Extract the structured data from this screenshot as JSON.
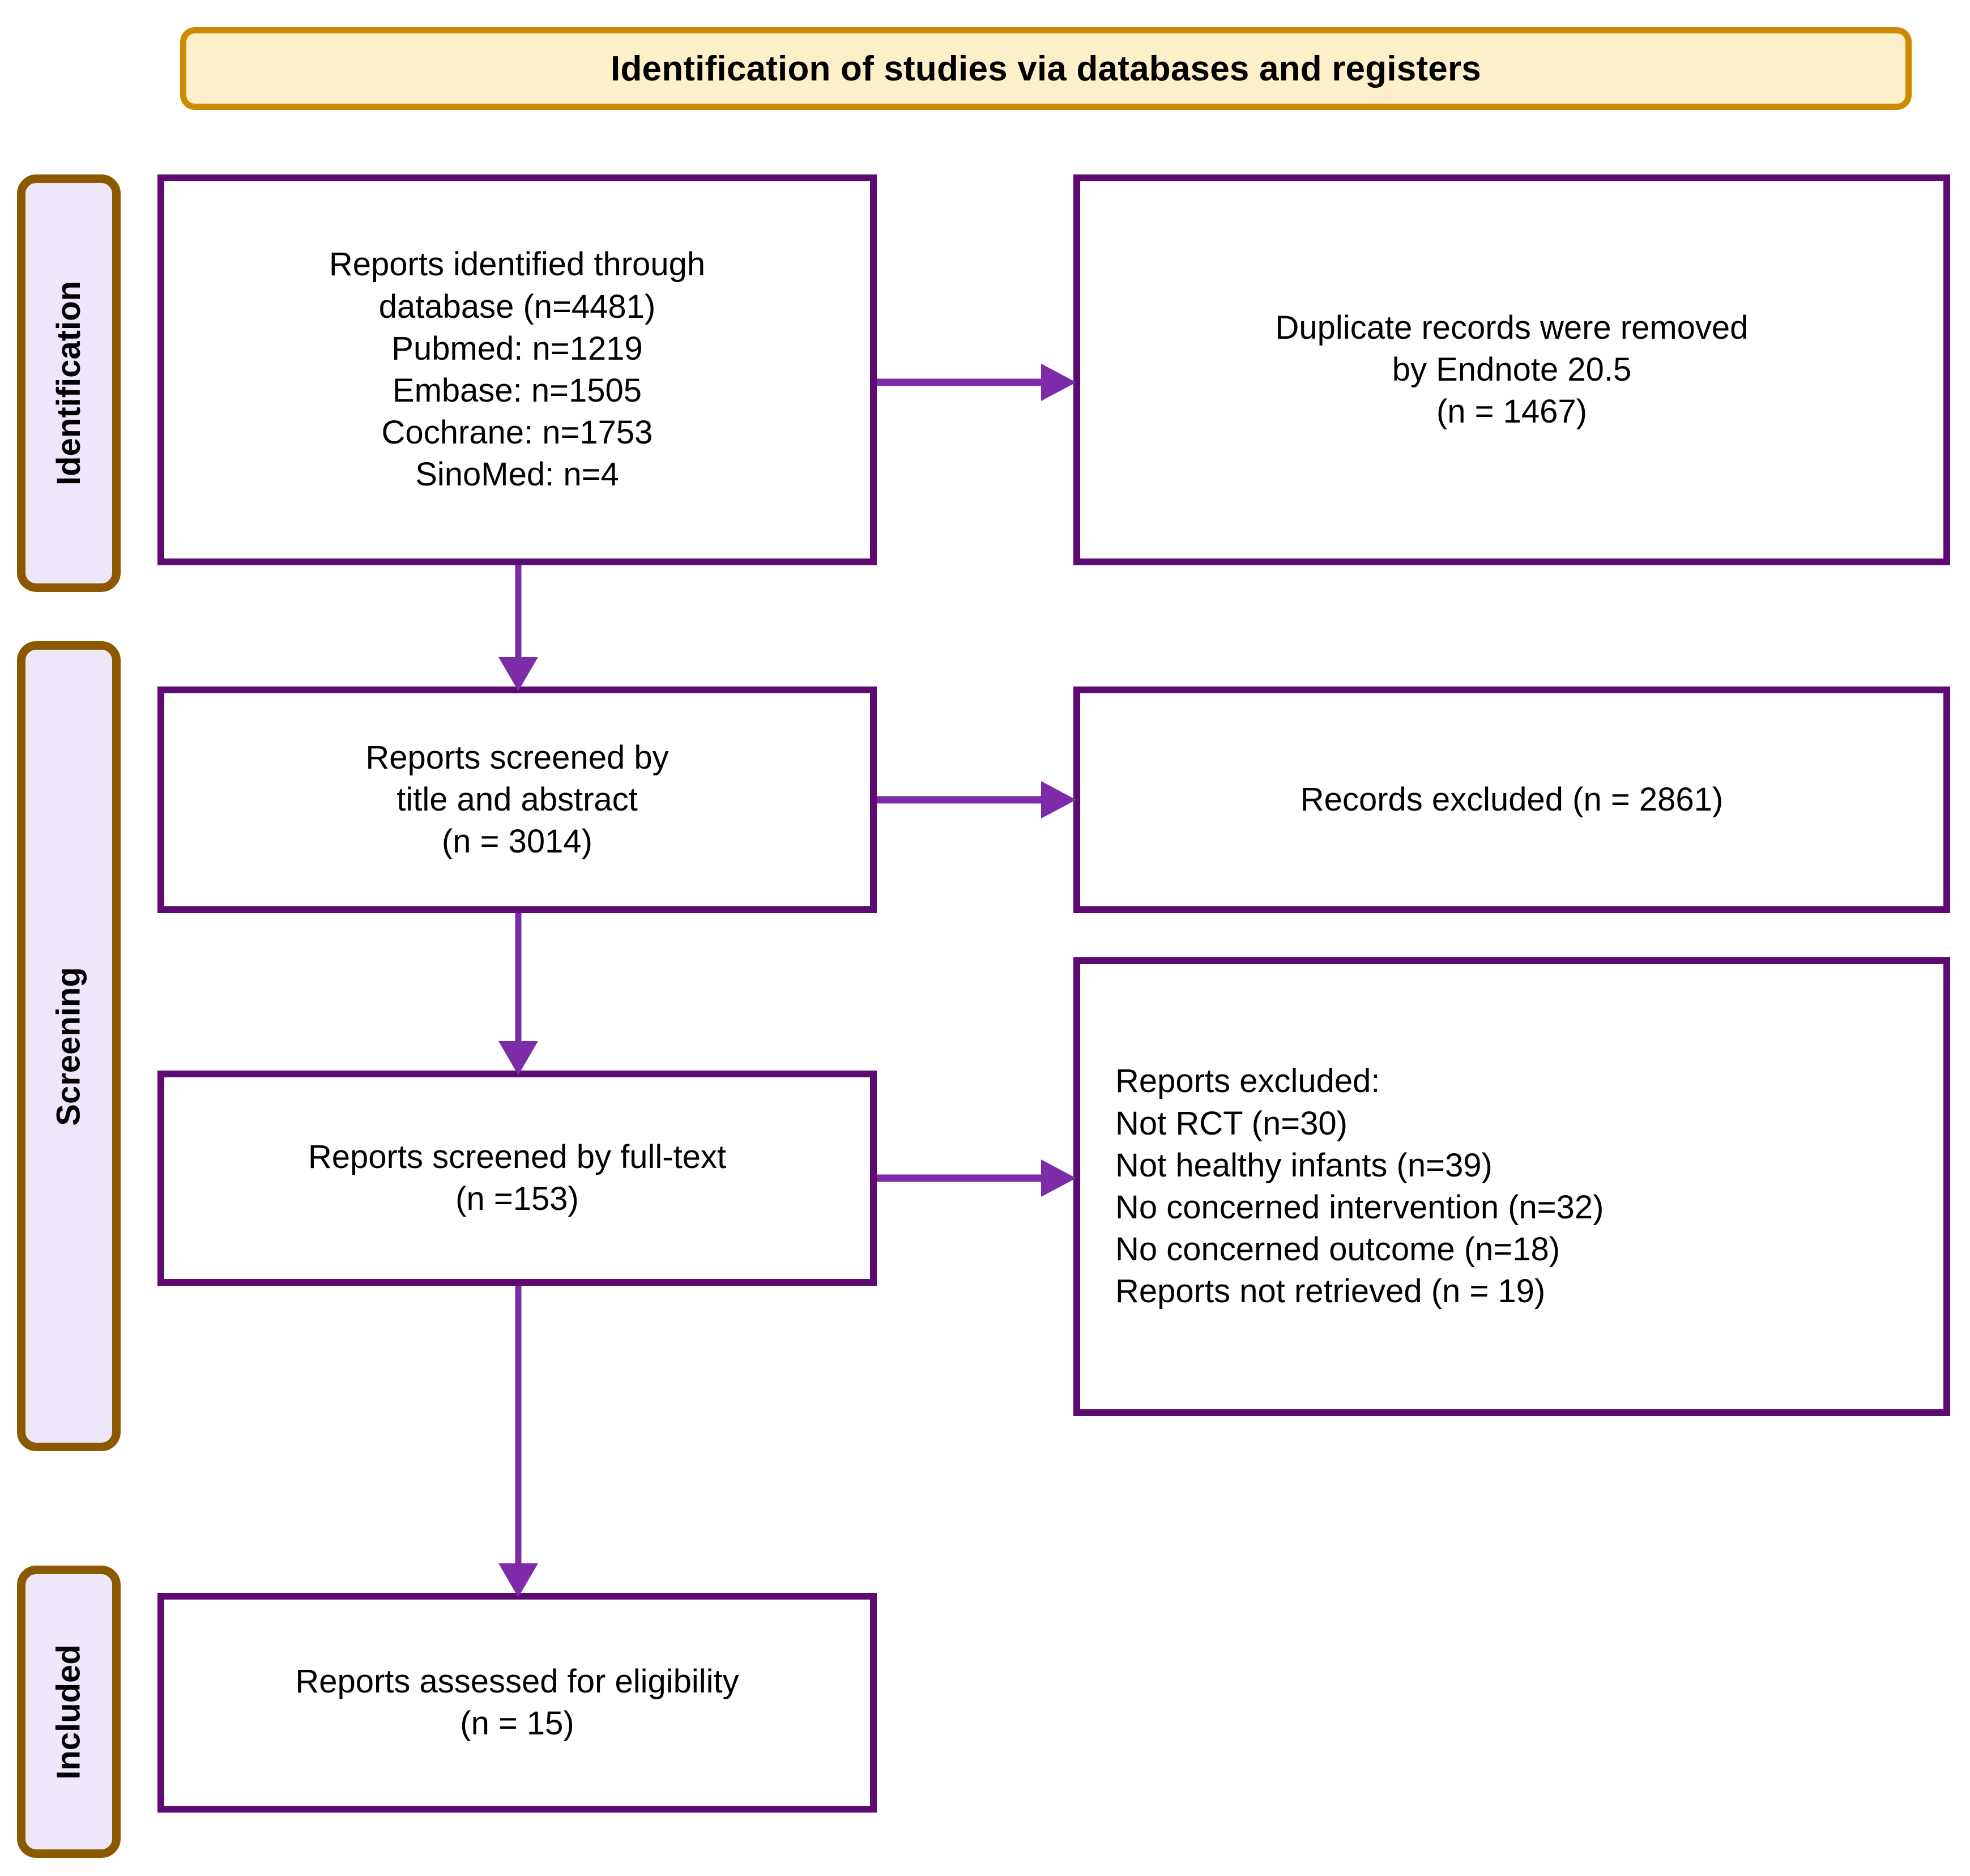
{
  "diagram": {
    "title": "Identification of studies via databases and registers",
    "colors": {
      "title_border": "#CC8B00",
      "title_fill": "#FDEFC9",
      "stage_border": "#8B5A00",
      "stage_fill": "#EDE7F9",
      "box_border": "#5E0A73",
      "arrow": "#7D2BA8",
      "text": "#000000",
      "page_background": "#FFFFFF"
    },
    "stages": [
      {
        "id": "identification",
        "label": "Identification"
      },
      {
        "id": "screening",
        "label": "Screening"
      },
      {
        "id": "included",
        "label": "Included"
      }
    ],
    "boxes": {
      "identified": {
        "name": "reports-identified-through-database",
        "text": "Reports identified through\ndatabase (n=4481)\nPubmed: n=1219\nEmbase: n=1505\nCochrane: n=1753\nSinoMed: n=4",
        "total": 4481,
        "sources": [
          {
            "label": "Pubmed",
            "n": 1219
          },
          {
            "label": "Embase",
            "n": 1505
          },
          {
            "label": "Cochrane",
            "n": 1753
          },
          {
            "label": "SinoMed",
            "n": 4
          }
        ]
      },
      "duplicates": {
        "name": "duplicate-records-removed",
        "text": "Duplicate records were removed\nby Endnote 20.5\n(n = 1467)",
        "tool": "Endnote 20.5",
        "n": 1467
      },
      "screened_title_abstract": {
        "name": "reports-screened-title-abstract",
        "text": "Reports screened by\ntitle and abstract\n(n = 3014)",
        "n": 3014
      },
      "records_excluded": {
        "name": "records-excluded",
        "text": "Records excluded (n = 2861)",
        "n": 2861
      },
      "screened_full_text": {
        "name": "reports-screened-full-text",
        "text": "Reports screened by full-text\n(n =153)",
        "n": 153
      },
      "reports_excluded": {
        "name": "reports-excluded-with-reasons",
        "text": "Reports excluded:\n   Not RCT  (n=30)\n   Not healthy infants (n=39)\n   No concerned intervention (n=32)\n   No concerned outcome (n=18)\n   Reports not retrieved (n = 19)",
        "heading": "Reports excluded:",
        "reasons": [
          {
            "label": "Not RCT",
            "n": 30
          },
          {
            "label": "Not healthy infants",
            "n": 39
          },
          {
            "label": "No concerned intervention",
            "n": 32
          },
          {
            "label": "No concerned outcome",
            "n": 18
          },
          {
            "label": "Reports not retrieved",
            "n": 19
          }
        ]
      },
      "eligibility": {
        "name": "reports-assessed-for-eligibility",
        "text": "Reports assessed for eligibility\n(n = 15)",
        "n": 15
      }
    }
  }
}
